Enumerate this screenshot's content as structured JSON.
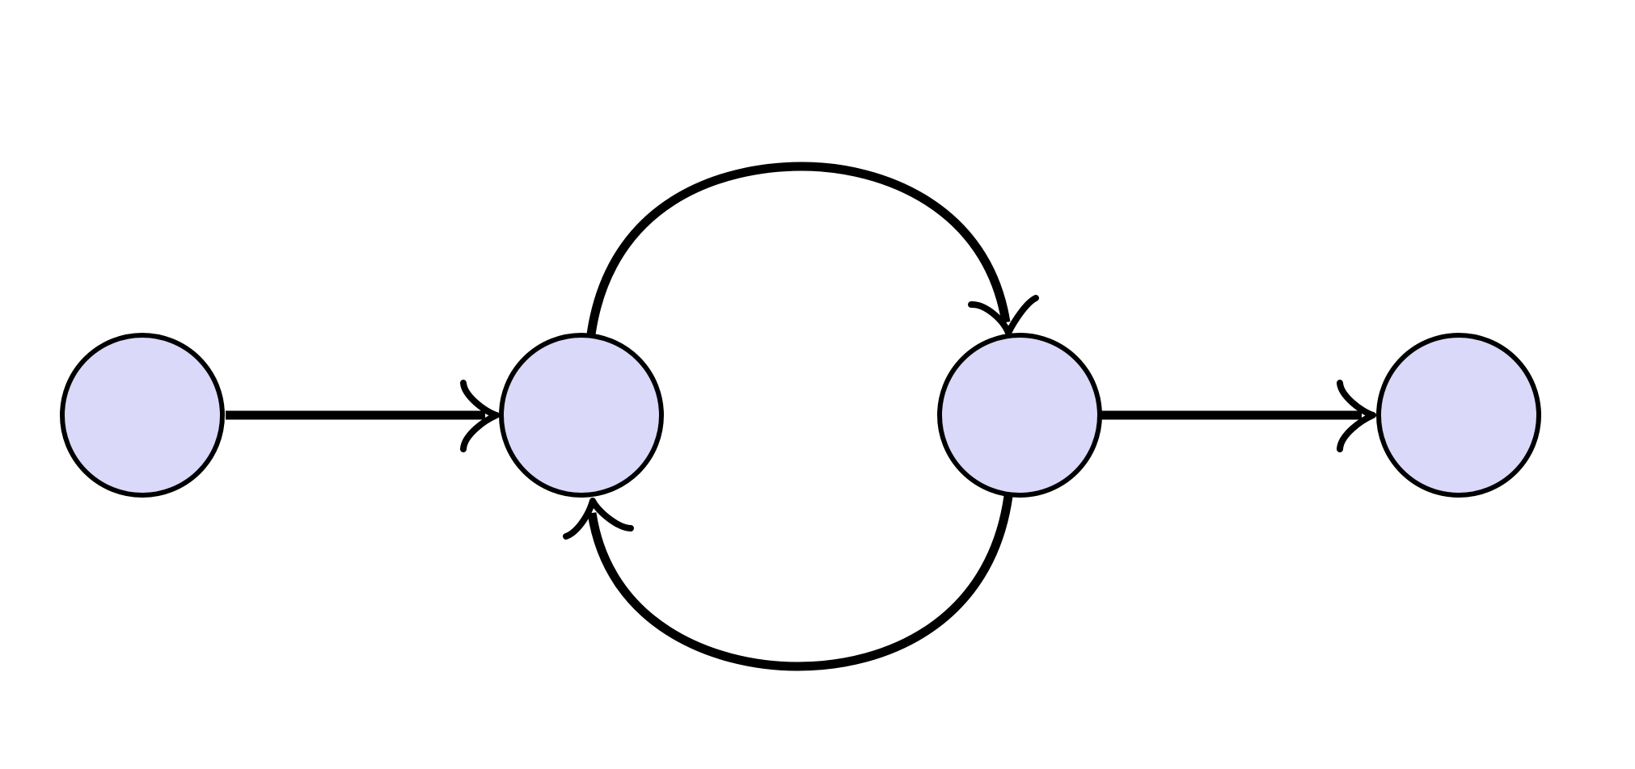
{
  "diagram": {
    "type": "directed-graph",
    "colors": {
      "background": "#ffffff",
      "node_fill": "#dad9f9",
      "node_stroke": "#000000",
      "edge": "#000000"
    },
    "nodes": [
      {
        "id": "node-1",
        "label": ""
      },
      {
        "id": "node-2",
        "label": ""
      },
      {
        "id": "node-3",
        "label": ""
      },
      {
        "id": "node-4",
        "label": ""
      }
    ],
    "edges": [
      {
        "id": "edge-1-2",
        "from": "node-1",
        "to": "node-2",
        "style": "straight"
      },
      {
        "id": "edge-2-3",
        "from": "node-2",
        "to": "node-3",
        "style": "curved-over"
      },
      {
        "id": "edge-3-2",
        "from": "node-3",
        "to": "node-2",
        "style": "curved-under"
      },
      {
        "id": "edge-3-4",
        "from": "node-3",
        "to": "node-4",
        "style": "straight"
      }
    ],
    "arrowhead_style": "curved-barbs"
  }
}
